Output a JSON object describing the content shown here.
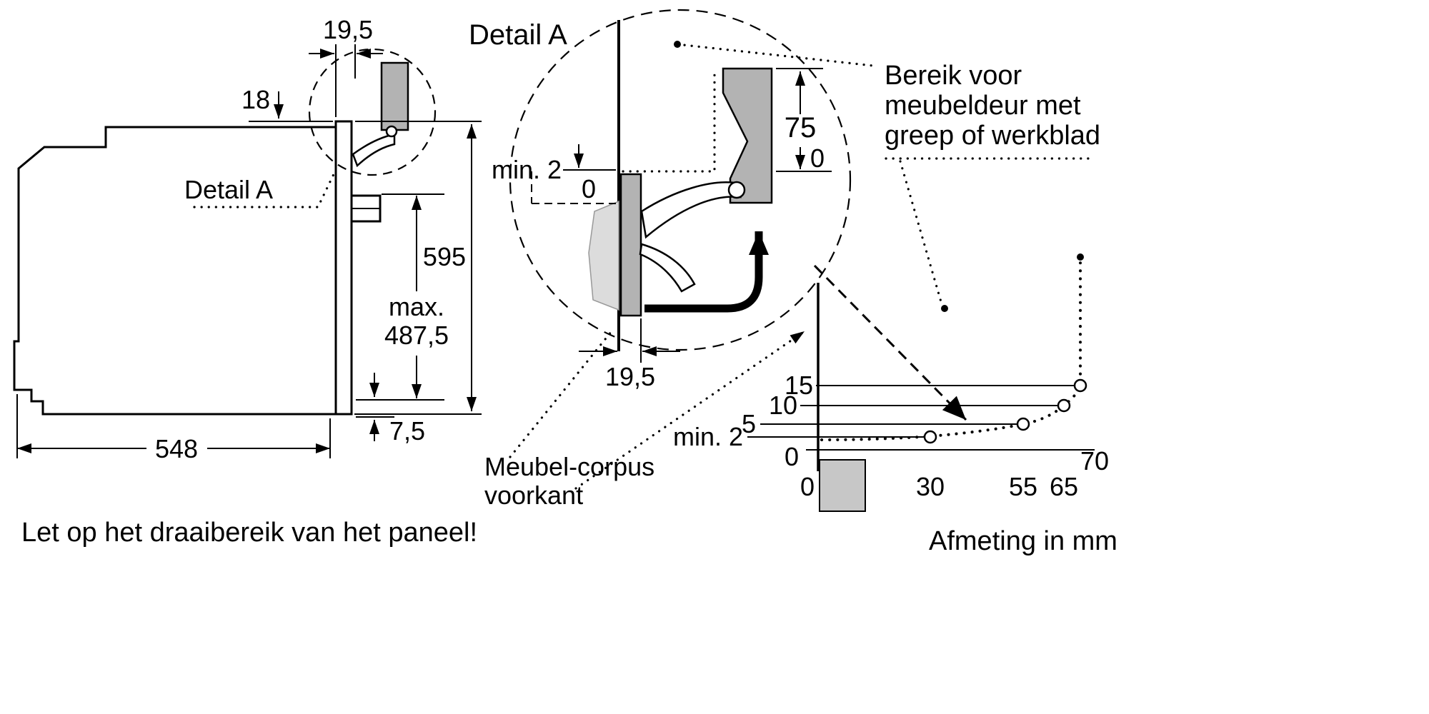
{
  "left_view": {
    "dim_frame": "19,5",
    "dim_overhang": "18",
    "detail_label": "Detail A",
    "dim_height": "595",
    "dim_max_line1": "max.",
    "dim_max_line2": "487,5",
    "dim_plinth": "7,5",
    "dim_depth": "548",
    "warning": "Let op het draaibereik van het paneel!"
  },
  "detail_view": {
    "title": "Detail A",
    "dim_min_gap": "min. 2",
    "zero_gap": "0",
    "dim_travel": "75",
    "zero_travel": "0",
    "dim_panel": "19,5",
    "corpus_line1": "Meubel-corpus",
    "corpus_line2": "voorkant"
  },
  "range_note": {
    "line1": "Bereik voor",
    "line2": "meubeldeur met",
    "line3": "greep of werkblad"
  },
  "chart": {
    "y_ticks": [
      "15",
      "10",
      "5",
      "min. 2",
      "0"
    ],
    "x_ticks": [
      "0",
      "30",
      "55",
      "65",
      "70"
    ],
    "unit_label": "Afmeting in mm"
  },
  "chart_data": {
    "type": "line",
    "style": "dotted-with-circle-markers",
    "x": [
      30,
      55,
      65,
      70
    ],
    "y": [
      2,
      5,
      10,
      15
    ],
    "x_ticks": [
      0,
      30,
      55,
      65,
      70
    ],
    "y_tick_labels": [
      "0",
      "min. 2",
      "5",
      "10",
      "15"
    ],
    "xlabel": "Afmeting in mm",
    "unit": "mm"
  },
  "colors": {
    "line": "#000000",
    "panel_gray": "#b3b3b3",
    "panel_light_gray": "#dcdcdc",
    "corpus_gray": "#c7c7c7",
    "background": "#ffffff"
  }
}
